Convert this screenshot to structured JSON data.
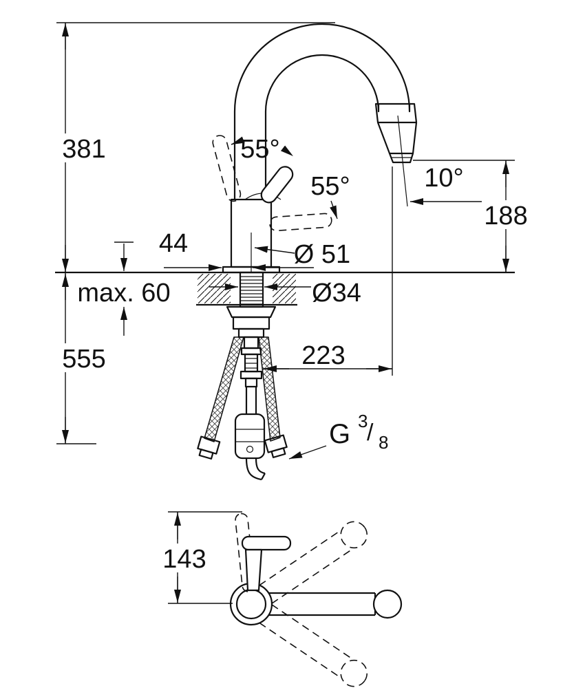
{
  "page": {
    "background": "#ffffff",
    "line_color": "#111111"
  },
  "main_view": {
    "dim_height_total": "381",
    "dim_height_below_deck": "555",
    "dim_deck_thickness_max": "max. 60",
    "dim_center_to_base_edge": "44",
    "dim_body_diameter": "Ø 51",
    "dim_hole_diameter": "Ø34",
    "dim_outlet_height": "188",
    "angle_spray_head": "10°",
    "angle_handle_a": "55°",
    "angle_handle_b": "55°",
    "dim_projection": "223",
    "thread_spec": {
      "prefix": "G",
      "numerator": "3",
      "slash": "/",
      "denominator": "8"
    }
  },
  "top_view": {
    "dim_handle_height": "143"
  }
}
